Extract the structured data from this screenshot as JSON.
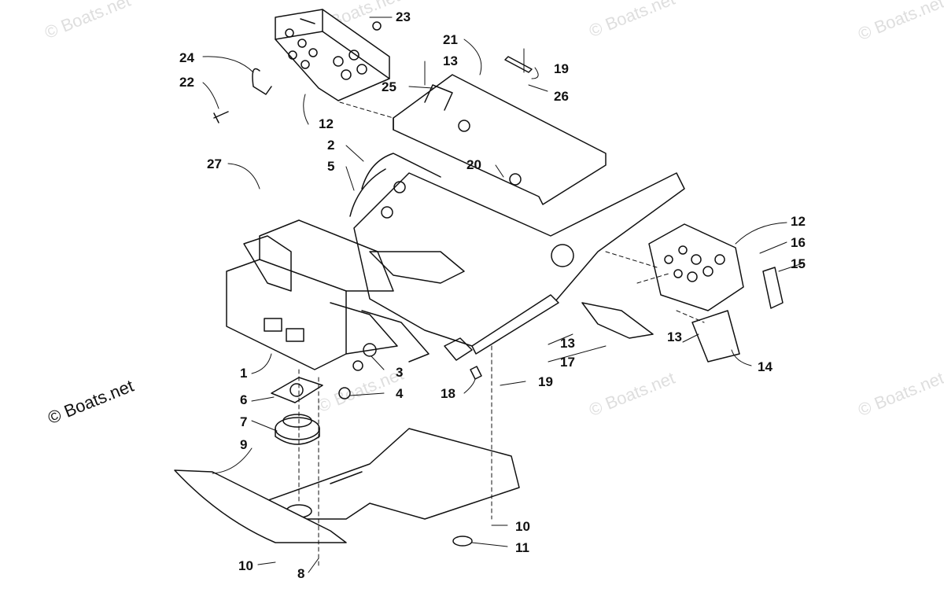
{
  "watermark": {
    "text": "© Boats.net",
    "color": "#dedede"
  },
  "brand_label": "© Boats.net",
  "parts": {
    "p1": "1",
    "p2": "2",
    "p3": "3",
    "p4": "4",
    "p5": "5",
    "p6": "6",
    "p7": "7",
    "p8": "8",
    "p9": "9",
    "p10a": "10",
    "p10b": "10",
    "p11": "11",
    "p12a": "12",
    "p12b": "12",
    "p13a": "13",
    "p13b": "13",
    "p13c": "13",
    "p14": "14",
    "p15": "15",
    "p16": "16",
    "p17": "17",
    "p18": "18",
    "p19a": "19",
    "p19b": "19",
    "p20": "20",
    "p21": "21",
    "p22": "22",
    "p23": "23",
    "p24": "24",
    "p25": "25",
    "p26": "26",
    "p27": "27"
  },
  "colors": {
    "line": "#111111",
    "background": "#ffffff"
  }
}
